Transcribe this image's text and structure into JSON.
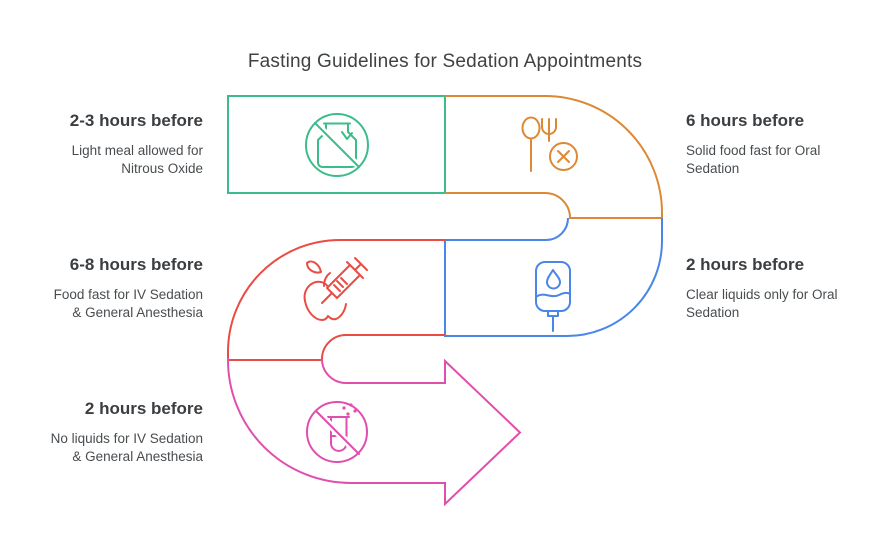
{
  "title": "Fasting Guidelines for Sedation Appointments",
  "steps": [
    {
      "time": "2-3 hours before",
      "desc_line1": "Light meal allowed for",
      "desc_line2": "Nitrous Oxide",
      "color": "#3cbc8b",
      "icon": "no-milk-icon",
      "side": "left"
    },
    {
      "time": "6 hours before",
      "desc_line1": "Solid food fast for Oral",
      "desc_line2": "Sedation",
      "color": "#dd8833",
      "icon": "no-utensils-icon",
      "side": "right"
    },
    {
      "time": "6-8 hours before",
      "desc_line1": "Food fast for IV Sedation",
      "desc_line2": "& General Anesthesia",
      "color": "#ea4c44",
      "icon": "apple-syringe-icon",
      "side": "left"
    },
    {
      "time": "2 hours before",
      "desc_line1": "Clear liquids only for Oral",
      "desc_line2": "Sedation",
      "color": "#4a86e8",
      "icon": "iv-bag-icon",
      "side": "right"
    },
    {
      "time": "2 hours before",
      "desc_line1": "No liquids for IV Sedation",
      "desc_line2": "& General Anesthesia",
      "color": "#e04fae",
      "icon": "no-drink-icon",
      "side": "left"
    }
  ]
}
